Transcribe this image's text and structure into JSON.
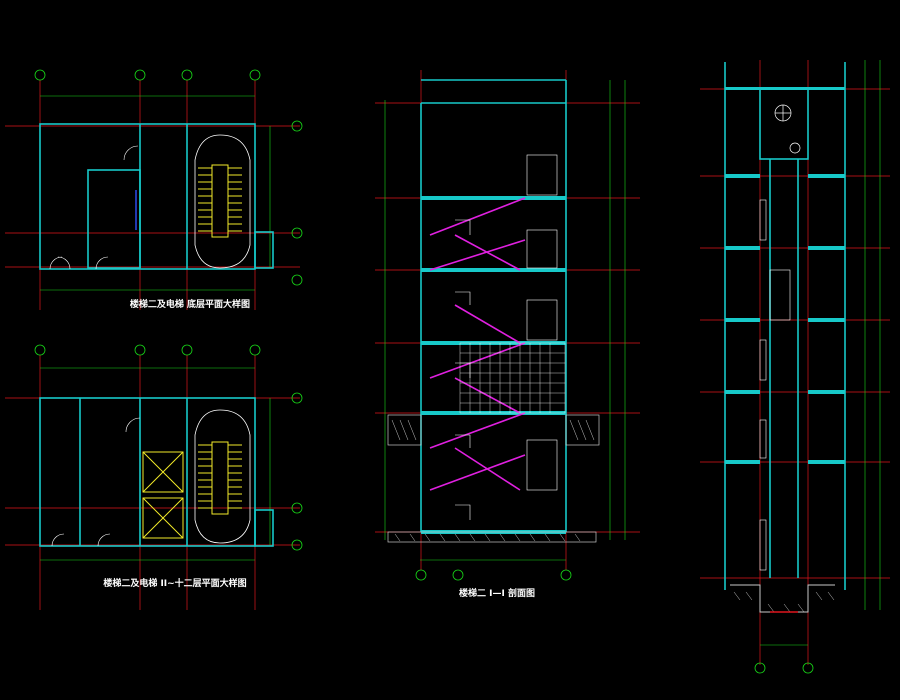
{
  "drawings": {
    "plan_top": {
      "caption": "楼梯二及电梯 底层平面大样图"
    },
    "plan_bottom": {
      "caption": "楼梯二及电梯 II~十二层平面大样图"
    },
    "section_stair": {
      "caption": "楼梯二 Ⅰ—Ⅰ 剖面图"
    },
    "section_elevator": {
      "caption": ""
    }
  },
  "colors": {
    "background": "#000000",
    "wall": "#17c9c9",
    "grid_line": "#e0161d",
    "dimension": "#18d818",
    "stair_hatch": "#e020e0",
    "stair_tread": "#f2ea2a",
    "text": "#ffffff",
    "fill_hatch": "#c8c8c8"
  },
  "icons": {
    "grid_bubble": "circle-axis-marker",
    "elevator_car": "cross-box-symbol",
    "door_swing": "arc-symbol"
  }
}
